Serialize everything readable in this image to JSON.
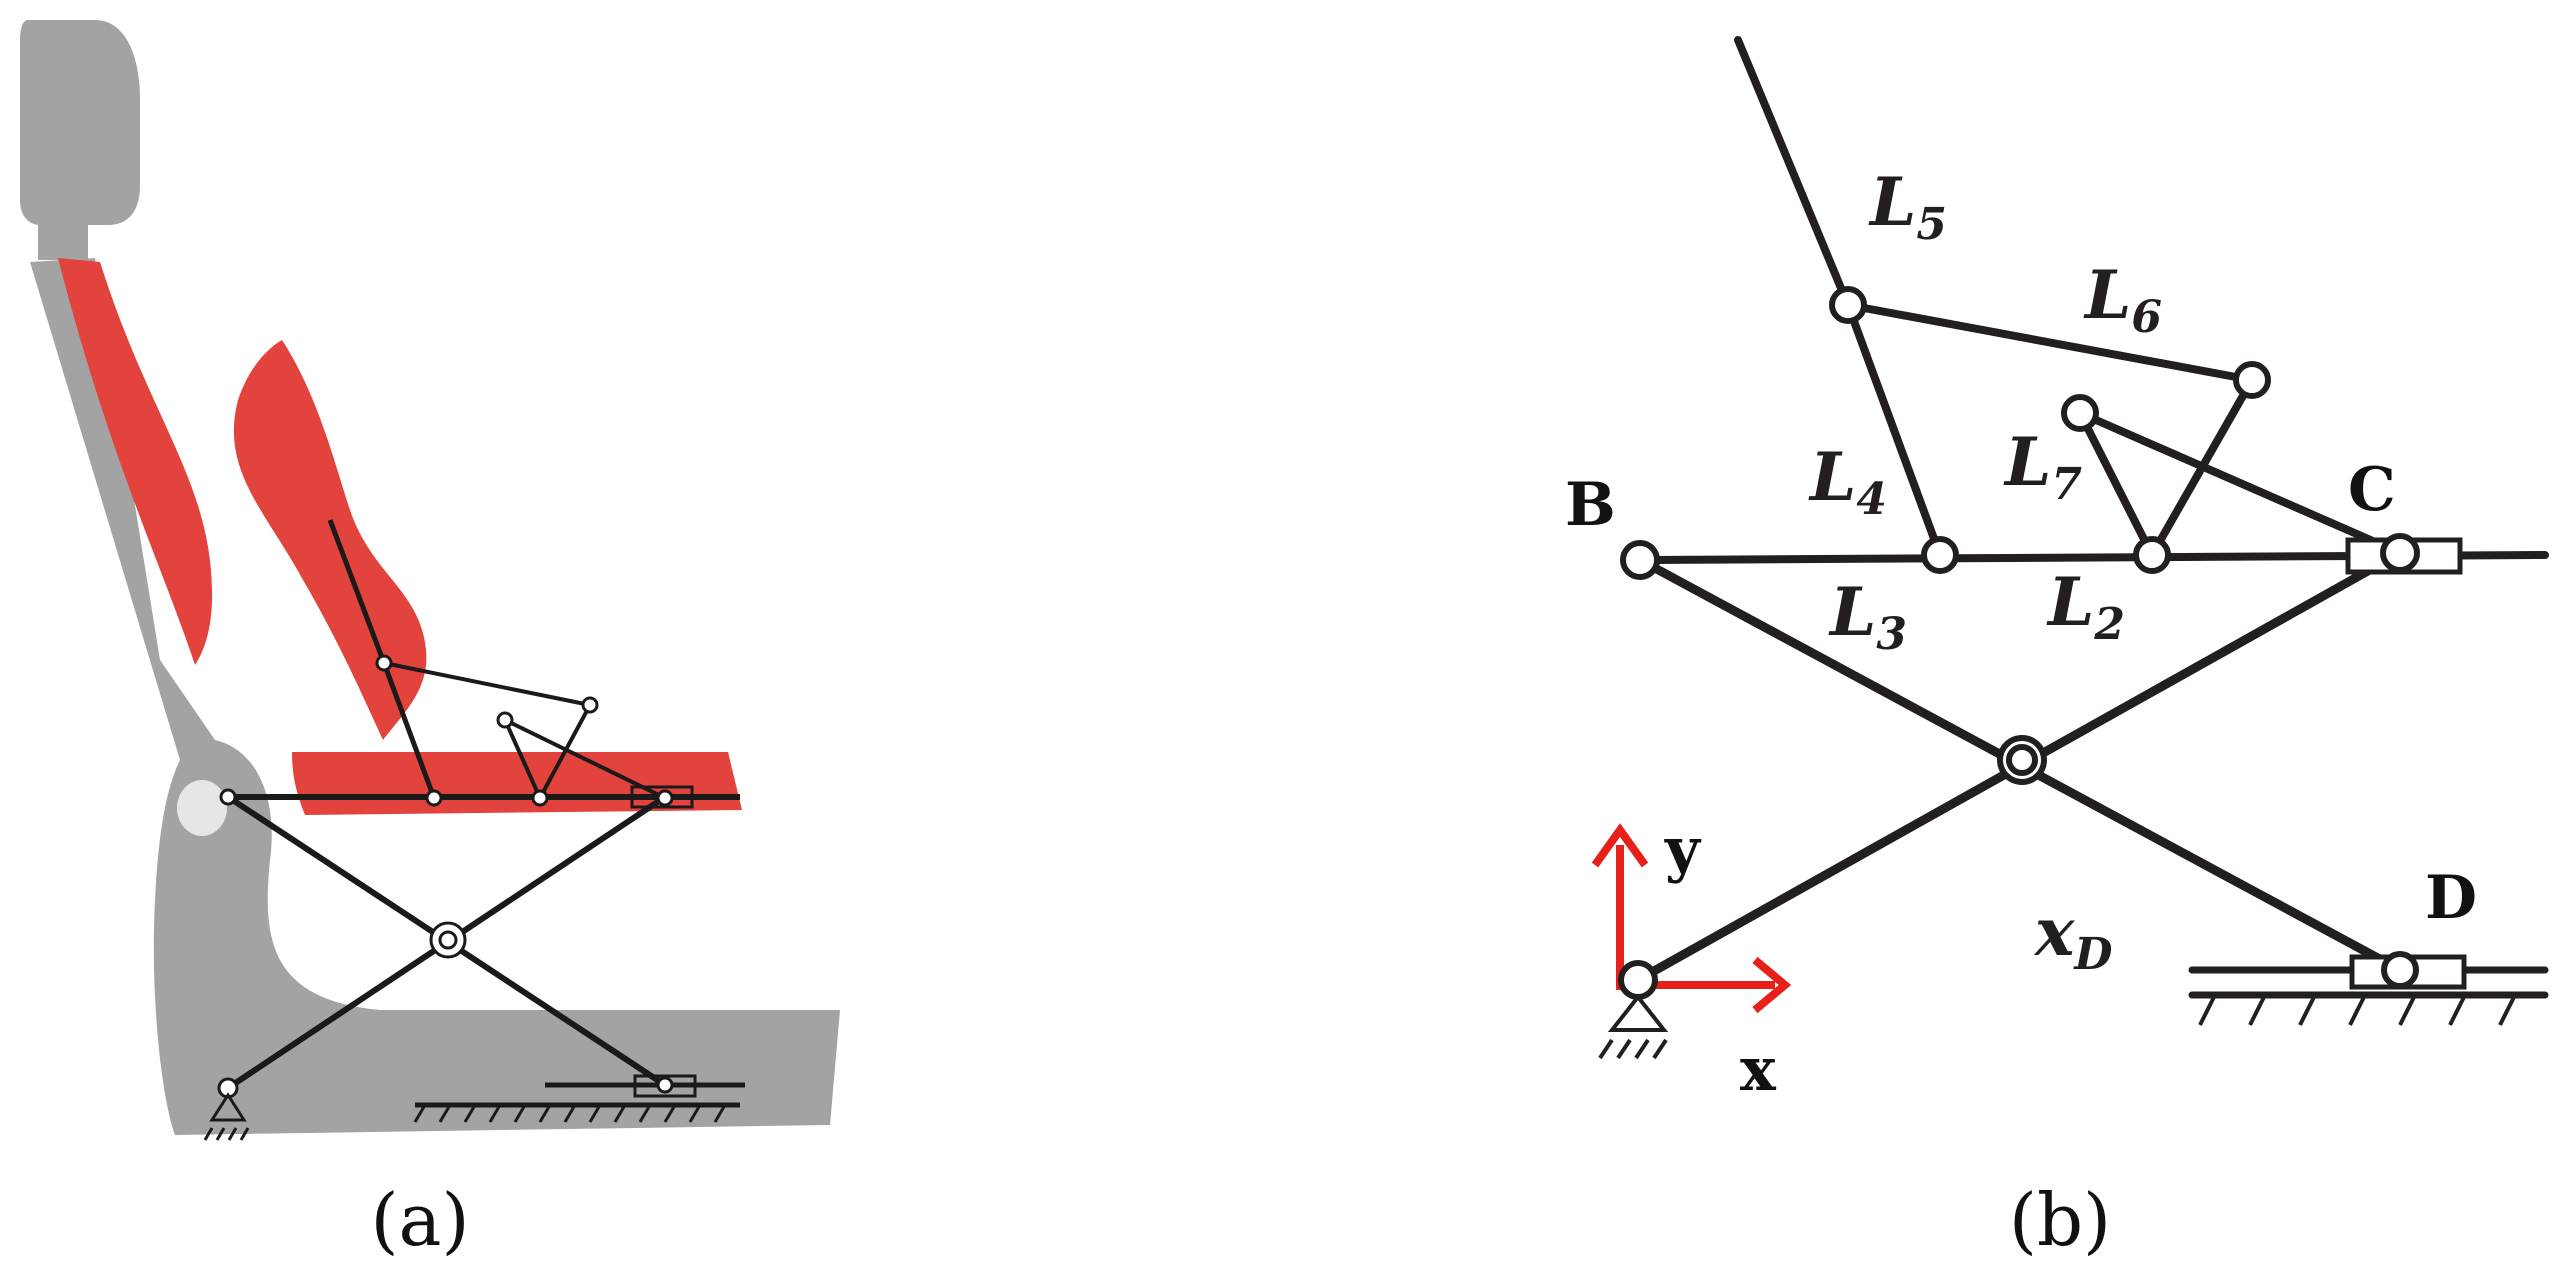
{
  "panel_a": {
    "caption": "(a)"
  },
  "panel_b": {
    "caption": "(b)",
    "points": {
      "B": "B",
      "C": "C",
      "D": "D"
    },
    "links": {
      "L2": {
        "main": "L",
        "sub": "2"
      },
      "L3": {
        "main": "L",
        "sub": "3"
      },
      "L4": {
        "main": "L",
        "sub": "4"
      },
      "L5": {
        "main": "L",
        "sub": "5"
      },
      "L6": {
        "main": "L",
        "sub": "6"
      },
      "L7": {
        "main": "L",
        "sub": "7"
      }
    },
    "displacement": {
      "main": "x",
      "sub": "D"
    },
    "axes": {
      "x": "x",
      "y": "y"
    }
  },
  "colors": {
    "seat_gray": "#a3a3a3",
    "cushion_red": "#e2433c",
    "link_black": "#231f20",
    "axis_red": "#e8201a"
  }
}
